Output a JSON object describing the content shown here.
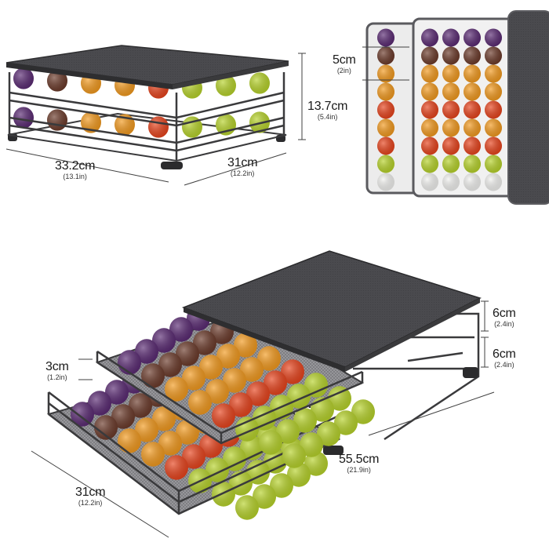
{
  "image": {
    "subject": "two-tier coffee capsule drawer rack with dimension callouts",
    "colors": {
      "metal": "#3a3a3c",
      "panel": "#505054",
      "mesh": "#8c8c90",
      "dim_line": "#404040",
      "capsule_purple": "#5a2a73",
      "capsule_brown": "#6b3a2a",
      "capsule_orange": "#f39a1e",
      "capsule_red": "#e8431c",
      "capsule_lime": "#b7d32a",
      "capsule_white": "#f2f2f0",
      "capsule_yellow": "#ffc21a"
    }
  },
  "dimensions": {
    "height_total": {
      "cm": "13.7cm",
      "in": "(5.4in)"
    },
    "width_top": {
      "cm": "33.2cm",
      "in": "(13.1in)"
    },
    "depth_top": {
      "cm": "31cm",
      "in": "(12.2in)"
    },
    "slot_spacing": {
      "cm": "5cm",
      "in": "(2in)"
    },
    "tier_height_top": {
      "cm": "6cm",
      "in": "(2.4in)"
    },
    "tier_height_bottom": {
      "cm": "6cm",
      "in": "(2.4in)"
    },
    "drawer_depth": {
      "cm": "3cm",
      "in": "(1.2in)"
    },
    "extended_length": {
      "cm": "55.5cm",
      "in": "(21.9in)"
    },
    "drawer_width": {
      "cm": "31cm",
      "in": "(12.2in)"
    }
  }
}
